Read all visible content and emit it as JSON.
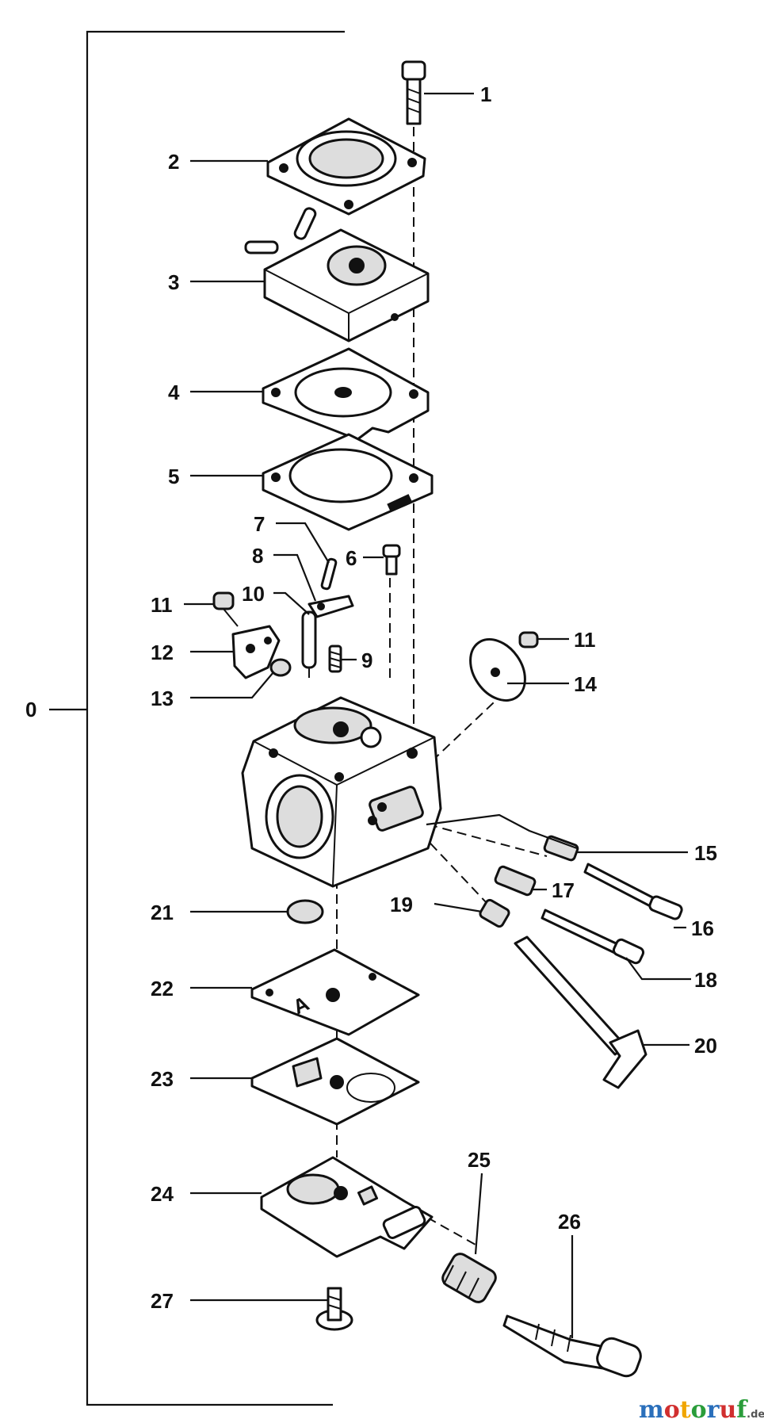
{
  "callouts": {
    "c0": "0",
    "c1": "1",
    "c2": "2",
    "c3": "3",
    "c4": "4",
    "c5": "5",
    "c6": "6",
    "c7": "7",
    "c8": "8",
    "c9": "9",
    "c10": "10",
    "c11a": "11",
    "c11b": "11",
    "c12": "12",
    "c13": "13",
    "c14": "14",
    "c15": "15",
    "c16": "16",
    "c17": "17",
    "c18": "18",
    "c19": "19",
    "c20": "20",
    "c21": "21",
    "c22": "22",
    "c23": "23",
    "c24": "24",
    "c25": "25",
    "c26": "26",
    "c27": "27"
  },
  "watermark": {
    "letters": [
      "m",
      "o",
      "t",
      "o",
      "r",
      "u",
      "f"
    ],
    "colors": [
      "#2a6fbb",
      "#d12f2f",
      "#f0a500",
      "#2a9d3a",
      "#2a6fbb",
      "#d12f2f",
      "#2a9d3a"
    ],
    "suffix": ".de"
  }
}
